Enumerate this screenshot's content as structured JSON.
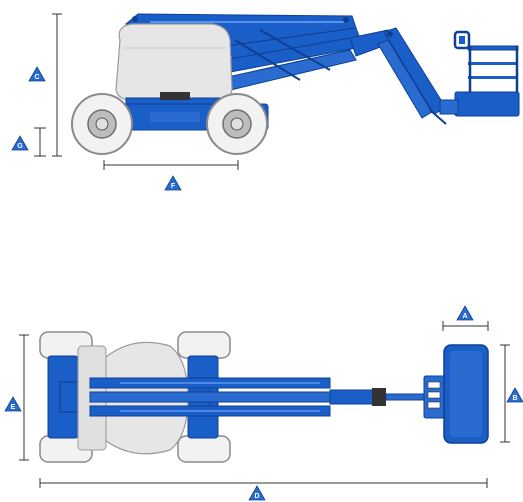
{
  "dimension_labels": {
    "A": "A",
    "B": "B",
    "C": "C",
    "D": "D",
    "E": "E",
    "F": "F",
    "G": "G"
  },
  "colors": {
    "machine_blue": "#1a5fc8",
    "machine_blue_dark": "#0f3f94",
    "engine_cover": "#e6e6e6",
    "tire": "#f2f2f2",
    "dimension_line": "#333333",
    "badge": "#2a6bd0"
  }
}
